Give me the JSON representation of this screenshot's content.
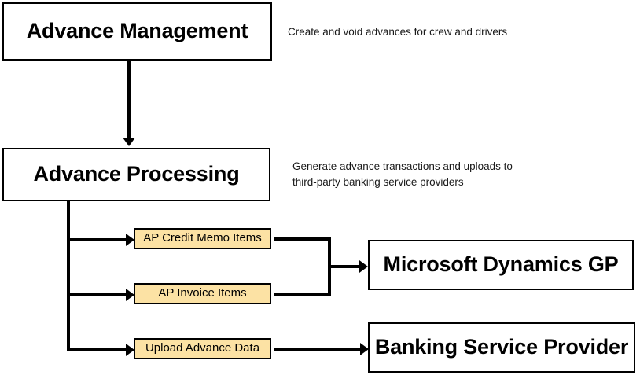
{
  "diagram": {
    "title": "Advance Management process flow",
    "colors": {
      "box_fill": "#FFFFFF",
      "accent_fill": "#FCE2A4",
      "stroke": "#000000",
      "text": "#000000",
      "annotation_text": "#1A1A1A"
    },
    "nodes": {
      "advance_management": {
        "label": "Advance Management",
        "kind": "process-box",
        "fill": "#FFFFFF"
      },
      "advance_processing": {
        "label": "Advance Processing",
        "kind": "process-box",
        "fill": "#FFFFFF"
      },
      "ap_credit_memo_items": {
        "label": "AP Credit Memo Items",
        "kind": "output-box",
        "fill": "#FCE2A4"
      },
      "ap_invoice_items": {
        "label": "AP Invoice Items",
        "kind": "output-box",
        "fill": "#FCE2A4"
      },
      "upload_advance_data": {
        "label": "Upload Advance Data",
        "kind": "output-box",
        "fill": "#FCE2A4"
      },
      "microsoft_dynamics_gp": {
        "label": "Microsoft Dynamics GP",
        "kind": "system-box",
        "fill": "#FFFFFF"
      },
      "banking_service_provider": {
        "label": "Banking Service Provider",
        "kind": "system-box",
        "fill": "#FFFFFF"
      }
    },
    "annotations": {
      "advance_management_note": "Create and void advances for crew and drivers",
      "advance_processing_note": "Generate advance transactions and uploads to\nthird-party banking service providers"
    },
    "connectors": [
      {
        "name": "advance-management-to-advance-processing",
        "from": "advance_management",
        "to": "advance_processing",
        "style": "vertical-arrow"
      },
      {
        "name": "advance-processing-to-ap-credit-memo-items",
        "from": "advance_processing",
        "to": "ap_credit_memo_items",
        "style": "elbow-arrow"
      },
      {
        "name": "advance-processing-to-ap-invoice-items",
        "from": "advance_processing",
        "to": "ap_invoice_items",
        "style": "elbow-arrow"
      },
      {
        "name": "advance-processing-to-upload-advance-data",
        "from": "advance_processing",
        "to": "upload_advance_data",
        "style": "elbow-arrow"
      },
      {
        "name": "ap-items-to-microsoft-dynamics-gp",
        "from": [
          "ap_credit_memo_items",
          "ap_invoice_items"
        ],
        "to": "microsoft_dynamics_gp",
        "style": "merge-arrow"
      },
      {
        "name": "upload-advance-data-to-banking-service-provider",
        "from": "upload_advance_data",
        "to": "banking_service_provider",
        "style": "straight-arrow"
      }
    ]
  }
}
